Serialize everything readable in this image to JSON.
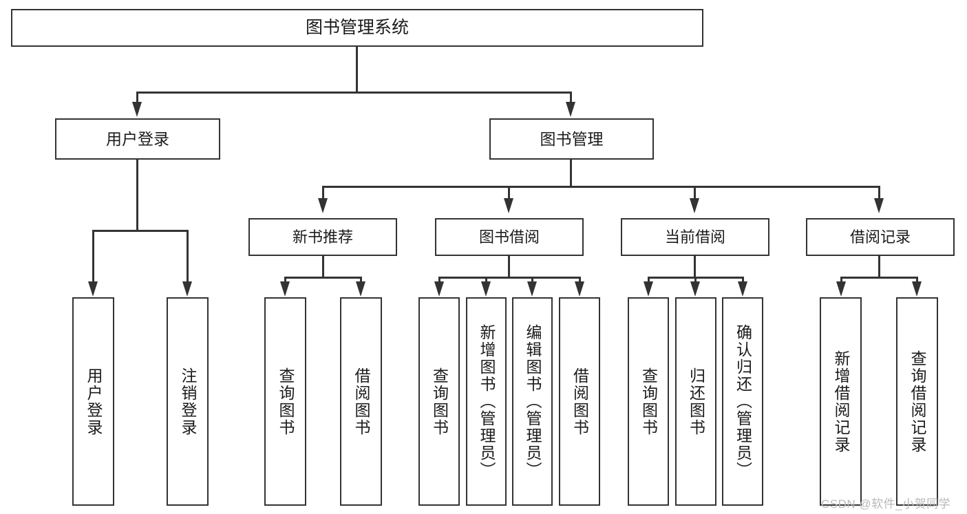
{
  "diagram": {
    "title": "图书管理系统",
    "root": {
      "label": "图书管理系统"
    },
    "level1": [
      {
        "label": "用户登录"
      },
      {
        "label": "图书管理"
      }
    ],
    "level2": [
      {
        "label": "新书推荐"
      },
      {
        "label": "图书借阅"
      },
      {
        "label": "当前借阅"
      },
      {
        "label": "借阅记录"
      }
    ],
    "leaves": {
      "user_login": [
        {
          "label": "用户登录"
        },
        {
          "label": "注销登录"
        }
      ],
      "new_book_recommend": [
        {
          "label": "查询图书"
        },
        {
          "label": "借阅图书"
        }
      ],
      "book_borrow": [
        {
          "label": "查询图书"
        },
        {
          "label": "新增图书（管理员）"
        },
        {
          "label": "编辑图书（管理员）"
        },
        {
          "label": "借阅图书"
        }
      ],
      "current_borrow": [
        {
          "label": "查询图书"
        },
        {
          "label": "归还图书"
        },
        {
          "label": "确认归还（管理员）"
        }
      ],
      "borrow_record": [
        {
          "label": "新增借阅记录"
        },
        {
          "label": "查询借阅记录"
        }
      ]
    }
  },
  "watermark": {
    "text": "CSDN @软件_小贺同学"
  },
  "colors": {
    "stroke": "#333333",
    "text": "#1b1b1b",
    "background": "#ffffff",
    "watermark": "#b9b9b9"
  }
}
